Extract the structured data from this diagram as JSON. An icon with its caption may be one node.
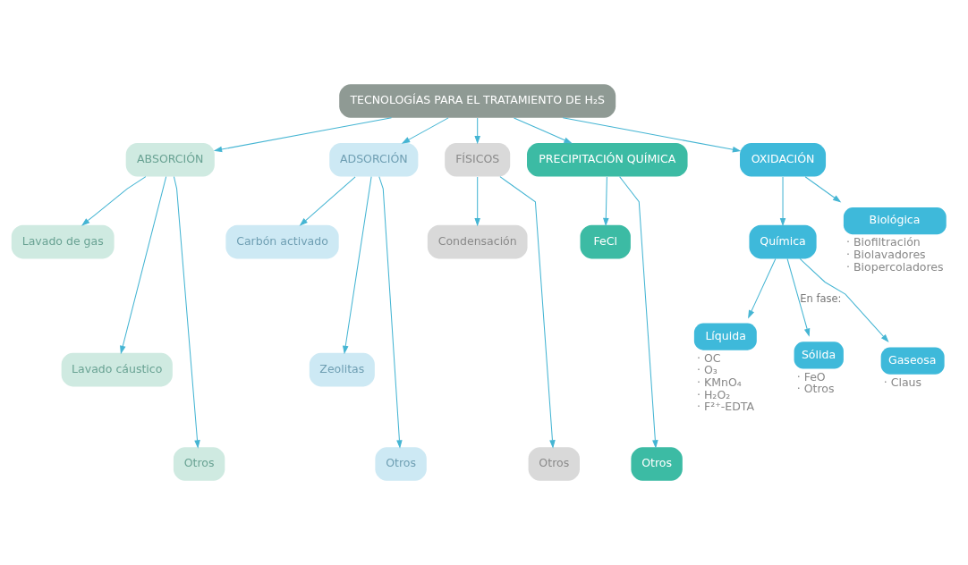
{
  "diagram": {
    "nodes": [
      {
        "text": [
          "TECNOLOGÍAS PARA EL TRATAMIENTO DE H₂S"
        ]
      },
      {
        "text": [
          "ABSORCIÓN"
        ]
      },
      {
        "text": [
          "ADSORCIÓN"
        ]
      },
      {
        "text": [
          "FÍSICOS"
        ]
      },
      {
        "text": [
          "PRECIPITACIÓN QUÍMICA"
        ]
      },
      {
        "text": [
          "OXIDACIÓN"
        ]
      },
      {
        "text": [
          "Lavado de gas"
        ]
      },
      {
        "text": [
          "Lavado cáustico"
        ]
      },
      {
        "text": [
          "Otros"
        ]
      },
      {
        "text": [
          "Carbón activado"
        ]
      },
      {
        "text": [
          "Zeolitas"
        ]
      },
      {
        "text": [
          "Otros"
        ]
      },
      {
        "text": [
          "Condensación"
        ]
      },
      {
        "text": [
          "Otros"
        ]
      },
      {
        "text": [
          "FeCl"
        ]
      },
      {
        "text": [
          "Otros"
        ]
      },
      {
        "text": [
          "Química"
        ]
      },
      {
        "text": [
          "Biológica"
        ],
        "beside": [
          "· Biofiltración",
          "· Biolavadores",
          "· Biopercoladores"
        ]
      },
      {
        "text": [
          "Líquida"
        ],
        "beside": [
          "· OC",
          "· O₃",
          "· KMnO₄",
          "· H₂O₂",
          "· F²⁺-EDTA"
        ]
      },
      {
        "text": [
          "Sólida"
        ],
        "beside": [
          "· FeO",
          "· Otros"
        ]
      },
      {
        "text": [
          "Gaseosa"
        ],
        "beside": [
          "· Claus"
        ]
      }
    ],
    "edges": [
      {
        "from": 0,
        "to": 1,
        "arrow": "to"
      },
      {
        "from": 0,
        "to": 2,
        "arrow": "to"
      },
      {
        "from": 0,
        "to": 3,
        "arrow": "to"
      },
      {
        "from": 0,
        "to": 4,
        "arrow": "to"
      },
      {
        "from": 0,
        "to": 5,
        "arrow": "to"
      },
      {
        "from": 1,
        "to": 6,
        "arrow": "to"
      },
      {
        "from": 1,
        "to": 7,
        "arrow": "to"
      },
      {
        "from": 1,
        "to": 8,
        "arrow": "to"
      },
      {
        "from": 2,
        "to": 9,
        "arrow": "to"
      },
      {
        "from": 2,
        "to": 10,
        "arrow": "to"
      },
      {
        "from": 2,
        "to": 11,
        "arrow": "to"
      },
      {
        "from": 3,
        "to": 12,
        "arrow": "to"
      },
      {
        "from": 3,
        "to": 13,
        "arrow": "to"
      },
      {
        "from": 4,
        "to": 14,
        "arrow": "to"
      },
      {
        "from": 4,
        "to": 15,
        "arrow": "to"
      },
      {
        "from": 5,
        "to": 16,
        "arrow": "to"
      },
      {
        "from": 5,
        "to": 17,
        "arrow": "to"
      },
      {
        "from": 16,
        "to": 18,
        "arrow": "to"
      },
      {
        "from": 16,
        "to": 19,
        "arrow": "to",
        "label": "En fase:"
      },
      {
        "from": 16,
        "to": 20,
        "arrow": "to"
      }
    ]
  }
}
